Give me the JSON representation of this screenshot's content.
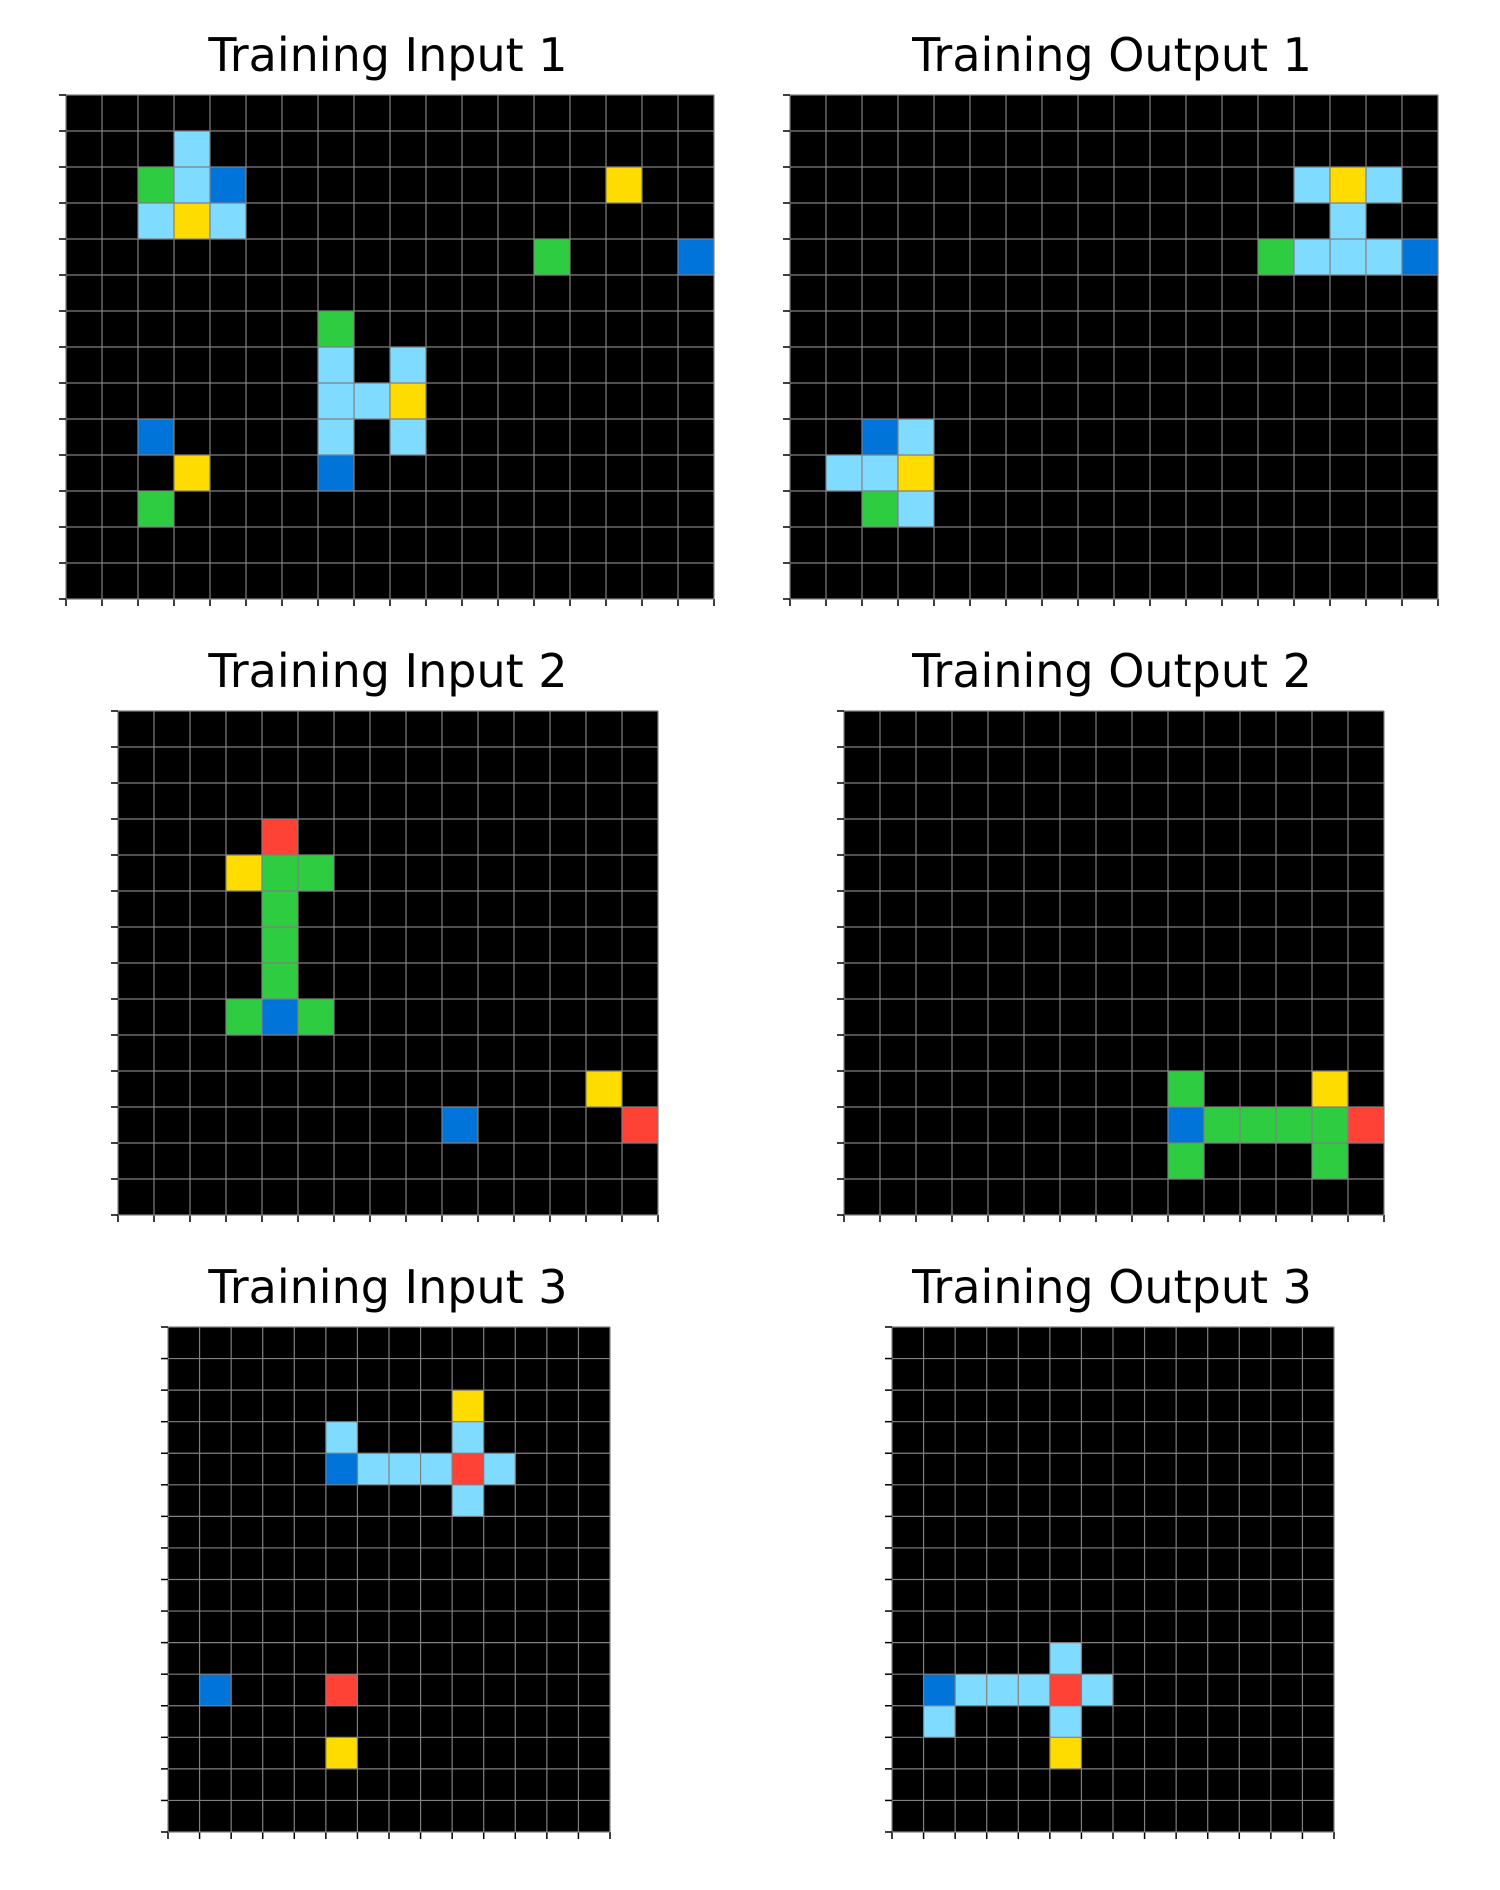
{
  "colors": {
    "0": "#000000",
    "1": "#0074D9",
    "2": "#FF4136",
    "3": "#2ECC40",
    "4": "#FFDC00",
    "8": "#7FDBFF",
    "grid": "#808080"
  },
  "panels": [
    {
      "title": "Training Input 1",
      "rows": 14,
      "cols": 18,
      "cells": [
        [
          1,
          3,
          8
        ],
        [
          2,
          2,
          3
        ],
        [
          2,
          3,
          8
        ],
        [
          2,
          4,
          1
        ],
        [
          2,
          15,
          4
        ],
        [
          3,
          2,
          8
        ],
        [
          3,
          3,
          4
        ],
        [
          3,
          4,
          8
        ],
        [
          4,
          13,
          3
        ],
        [
          4,
          17,
          1
        ],
        [
          6,
          7,
          3
        ],
        [
          7,
          7,
          8
        ],
        [
          7,
          9,
          8
        ],
        [
          8,
          7,
          8
        ],
        [
          8,
          8,
          8
        ],
        [
          8,
          9,
          4
        ],
        [
          9,
          2,
          1
        ],
        [
          9,
          7,
          8
        ],
        [
          9,
          9,
          8
        ],
        [
          10,
          3,
          4
        ],
        [
          10,
          7,
          1
        ],
        [
          11,
          2,
          3
        ]
      ]
    },
    {
      "title": "Training Output 1",
      "rows": 14,
      "cols": 18,
      "cells": [
        [
          2,
          14,
          8
        ],
        [
          2,
          15,
          4
        ],
        [
          2,
          16,
          8
        ],
        [
          3,
          15,
          8
        ],
        [
          4,
          13,
          3
        ],
        [
          4,
          14,
          8
        ],
        [
          4,
          15,
          8
        ],
        [
          4,
          16,
          8
        ],
        [
          4,
          17,
          1
        ],
        [
          9,
          2,
          1
        ],
        [
          9,
          3,
          8
        ],
        [
          10,
          1,
          8
        ],
        [
          10,
          2,
          8
        ],
        [
          10,
          3,
          4
        ],
        [
          11,
          2,
          3
        ],
        [
          11,
          3,
          8
        ]
      ]
    },
    {
      "title": "Training Input 2",
      "rows": 14,
      "cols": 15,
      "cells": [
        [
          3,
          4,
          2
        ],
        [
          4,
          3,
          4
        ],
        [
          4,
          4,
          3
        ],
        [
          4,
          5,
          3
        ],
        [
          5,
          4,
          3
        ],
        [
          6,
          4,
          3
        ],
        [
          7,
          4,
          3
        ],
        [
          8,
          3,
          3
        ],
        [
          8,
          4,
          1
        ],
        [
          8,
          5,
          3
        ],
        [
          10,
          13,
          4
        ],
        [
          11,
          9,
          1
        ],
        [
          11,
          14,
          2
        ]
      ]
    },
    {
      "title": "Training Output 2",
      "rows": 14,
      "cols": 15,
      "cells": [
        [
          10,
          9,
          3
        ],
        [
          10,
          13,
          4
        ],
        [
          11,
          9,
          1
        ],
        [
          11,
          10,
          3
        ],
        [
          11,
          11,
          3
        ],
        [
          11,
          12,
          3
        ],
        [
          11,
          13,
          3
        ],
        [
          11,
          14,
          2
        ],
        [
          12,
          9,
          3
        ],
        [
          12,
          13,
          3
        ]
      ]
    },
    {
      "title": "Training Input 3",
      "rows": 16,
      "cols": 14,
      "cells": [
        [
          2,
          9,
          4
        ],
        [
          3,
          5,
          8
        ],
        [
          3,
          9,
          8
        ],
        [
          4,
          5,
          1
        ],
        [
          4,
          6,
          8
        ],
        [
          4,
          7,
          8
        ],
        [
          4,
          8,
          8
        ],
        [
          4,
          9,
          2
        ],
        [
          4,
          10,
          8
        ],
        [
          5,
          9,
          8
        ],
        [
          11,
          1,
          1
        ],
        [
          11,
          5,
          2
        ],
        [
          13,
          5,
          4
        ]
      ]
    },
    {
      "title": "Training Output 3",
      "rows": 16,
      "cols": 14,
      "cells": [
        [
          10,
          5,
          8
        ],
        [
          11,
          1,
          1
        ],
        [
          11,
          2,
          8
        ],
        [
          11,
          3,
          8
        ],
        [
          11,
          4,
          8
        ],
        [
          11,
          5,
          2
        ],
        [
          11,
          6,
          8
        ],
        [
          12,
          1,
          8
        ],
        [
          12,
          5,
          8
        ],
        [
          13,
          5,
          4
        ]
      ]
    }
  ]
}
